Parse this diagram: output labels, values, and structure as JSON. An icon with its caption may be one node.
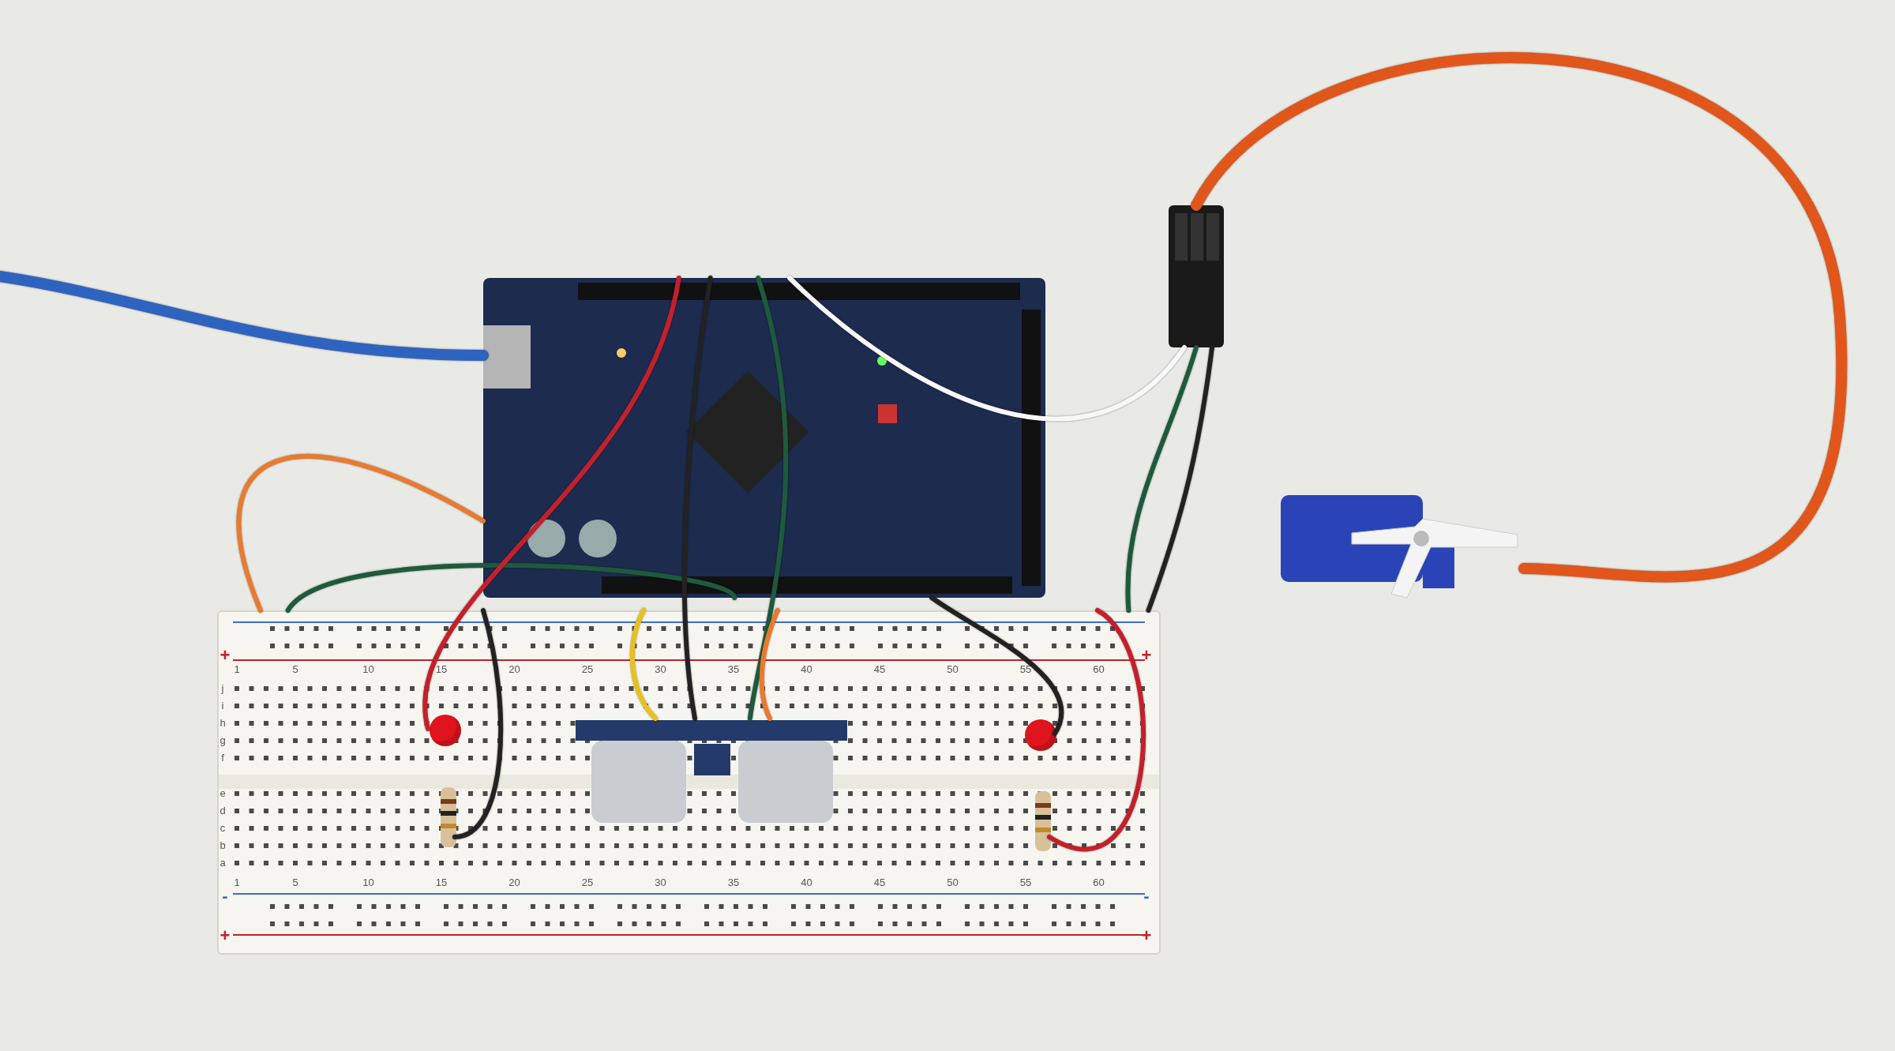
{
  "diagram": {
    "nodes": [
      {
        "text": [],
        "shape": "box"
      },
      {
        "text": [],
        "shape": "box"
      },
      {
        "text": [],
        "shape": "picture",
        "in": 1
      },
      {
        "text": [],
        "shape": "circle",
        "in": 1
      },
      {
        "text": [],
        "shape": "bar",
        "in": 1
      },
      {
        "text": [],
        "shape": "circle",
        "in": 1
      },
      {
        "text": [],
        "shape": "bar",
        "in": 1
      },
      {
        "text": [],
        "shape": "picture"
      },
      {
        "text": [],
        "shape": "box"
      }
    ],
    "edges": [
      {
        "from": null,
        "to": 0,
        "arrow": "none",
        "style": "thick",
        "color": "#2f63c0"
      },
      {
        "from": 0,
        "to": 1,
        "arrow": "none",
        "color": "#e97a2e"
      },
      {
        "from": 0,
        "to": 1,
        "arrow": "none",
        "color": "#1e5a3c"
      },
      {
        "from": 0,
        "to": 3,
        "arrow": "none",
        "color": "#c4202b"
      },
      {
        "from": 0,
        "to": 2,
        "arrow": "none",
        "color": "#222222"
      },
      {
        "from": 0,
        "to": 2,
        "arrow": "none",
        "color": "#1e5a3c"
      },
      {
        "from": 0,
        "to": 5,
        "arrow": "none",
        "color": "#222222"
      },
      {
        "from": 0,
        "to": 8,
        "arrow": "none",
        "color": "#f8f8f8"
      },
      {
        "from": 1,
        "to": 8,
        "arrow": "none",
        "color": "#1e5a3c"
      },
      {
        "from": 1,
        "to": 8,
        "arrow": "none",
        "color": "#222222"
      },
      {
        "from": 8,
        "to": 7,
        "arrow": "none",
        "style": "thick",
        "color": "#e0561b"
      },
      {
        "from": 1,
        "to": 4,
        "arrow": "none",
        "color": "#222222"
      },
      {
        "from": 1,
        "to": 6,
        "arrow": "none",
        "color": "#c4202b"
      },
      {
        "from": 1,
        "to": 2,
        "arrow": "none",
        "color": "#e8c21a"
      },
      {
        "from": 1,
        "to": 2,
        "arrow": "none",
        "color": "#e97a2e"
      }
    ],
    "labels": [
      "+",
      "+",
      "1",
      "5",
      "10",
      "15",
      "20",
      "25",
      "30",
      "35",
      "40",
      "45",
      "50",
      "55",
      "60",
      "j",
      "i",
      "h",
      "g",
      "f",
      "e",
      "d",
      "c",
      "b",
      "a",
      "1",
      "5",
      "10",
      "15",
      "20",
      "25",
      "30",
      "35",
      "40",
      "45",
      "50",
      "55",
      "60",
      "-",
      "-",
      "+",
      "+"
    ]
  }
}
